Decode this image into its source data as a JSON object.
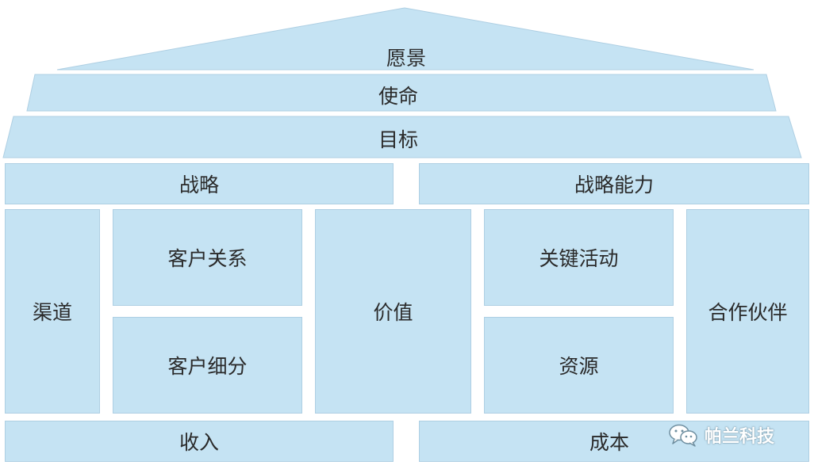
{
  "house": {
    "roof_label": "愿景",
    "mission_label": "使命",
    "goal_label": "目标",
    "strategy_label": "战略",
    "capability_label": "战略能力",
    "channel_label": "渠道",
    "customer_relation_label": "客户关系",
    "customer_segment_label": "客户细分",
    "value_label": "价值",
    "key_activity_label": "关键活动",
    "resource_label": "资源",
    "partner_label": "合作伙伴",
    "revenue_label": "收入",
    "cost_label": "成本"
  },
  "watermark": {
    "text": "帕兰科技",
    "icon": "wechat-icon"
  },
  "colors": {
    "fill": "#c5e3f3",
    "border": "#aecfe3",
    "text": "#2a2a2a"
  }
}
